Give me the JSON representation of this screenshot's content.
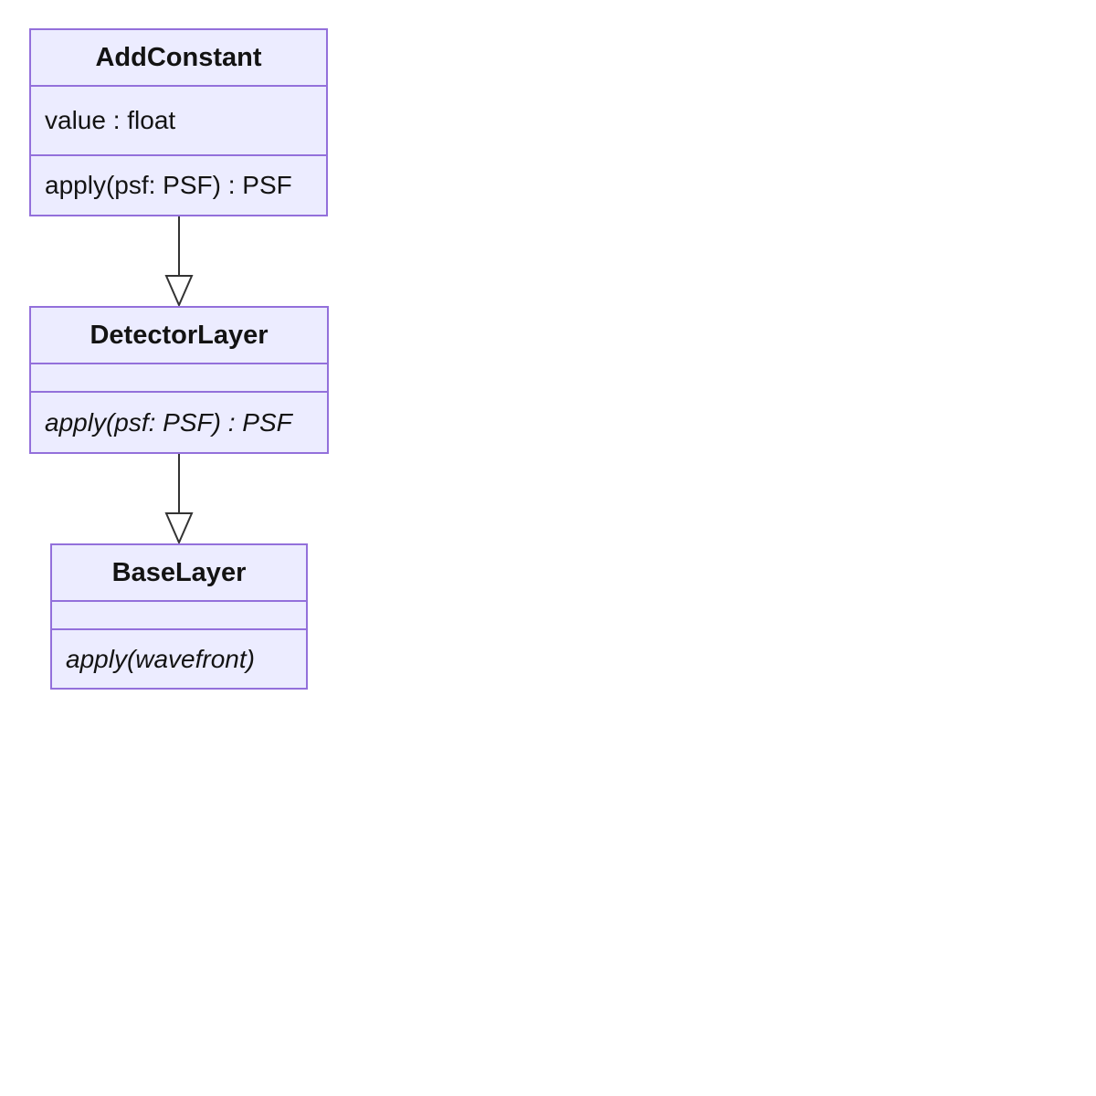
{
  "diagram": {
    "type": "uml-class-diagram",
    "colors": {
      "background": "#ffffff",
      "node_fill": "#ececff",
      "node_border": "#9370db",
      "text": "#131313",
      "edge": "#333333"
    },
    "classes": [
      {
        "name": "AddConstant",
        "attributes": [
          "value : float"
        ],
        "methods": [
          {
            "text": "apply(psf: PSF) : PSF",
            "abstract": false
          }
        ]
      },
      {
        "name": "DetectorLayer",
        "attributes": [],
        "methods": [
          {
            "text": "apply(psf: PSF) : PSF",
            "abstract": true
          }
        ]
      },
      {
        "name": "BaseLayer",
        "attributes": [],
        "methods": [
          {
            "text": "apply(wavefront)",
            "abstract": true
          }
        ]
      }
    ],
    "edges": [
      {
        "from": "AddConstant",
        "to": "DetectorLayer",
        "type": "inheritance"
      },
      {
        "from": "DetectorLayer",
        "to": "BaseLayer",
        "type": "inheritance"
      }
    ]
  }
}
